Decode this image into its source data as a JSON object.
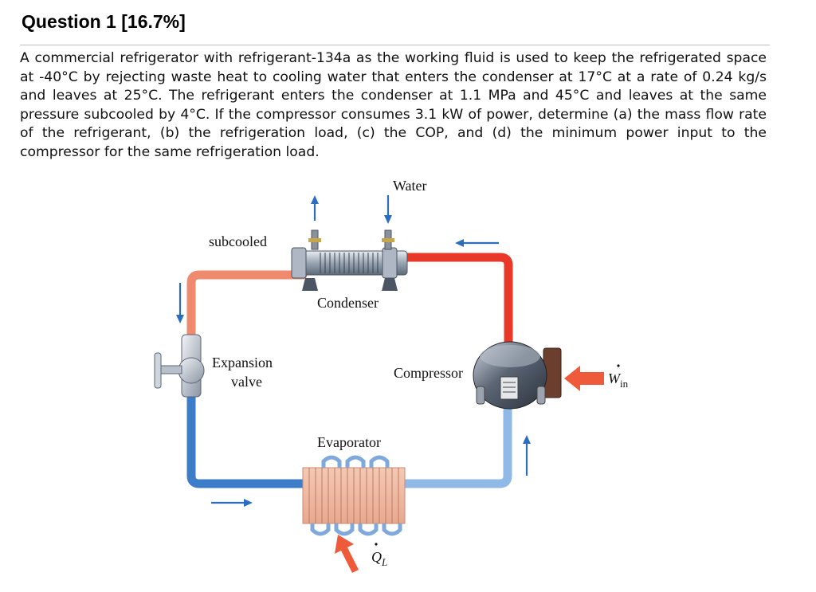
{
  "question": {
    "title": "Question 1 [16.7%]",
    "text": "A commercial refrigerator with refrigerant-134a as the working fluid is used to keep the refrigerated space at -40°C by rejecting waste heat to cooling water that enters the condenser at 17°C at a rate of 0.24 kg/s and leaves at 25°C. The refrigerant enters the condenser at 1.1 MPa and 45°C and leaves at the same pressure subcooled by 4°C. If the compressor consumes 3.1 kW of power, determine (a) the mass flow rate of the refrigerant, (b) the refrigeration load, (c) the COP, and (d) the minimum power input to the compressor for the same refrigeration load."
  },
  "diagram": {
    "labels": {
      "water": "Water",
      "subcooled": "subcooled",
      "condenser": "Condenser",
      "expansion_1": "Expansion",
      "expansion_2": "valve",
      "compressor": "Compressor",
      "evaporator": "Evaporator",
      "w_in_main": "W",
      "w_in_sub": "in",
      "q_l_main": "Q",
      "q_l_sub": "L"
    },
    "colors": {
      "hot_line": "#e8382a",
      "warm_line": "#f08a6e",
      "cold_line": "#3d7cc9",
      "cool_line": "#8fb9e6",
      "arrow_blue": "#2a6fbf",
      "arrow_red": "#ef5a3a"
    }
  }
}
